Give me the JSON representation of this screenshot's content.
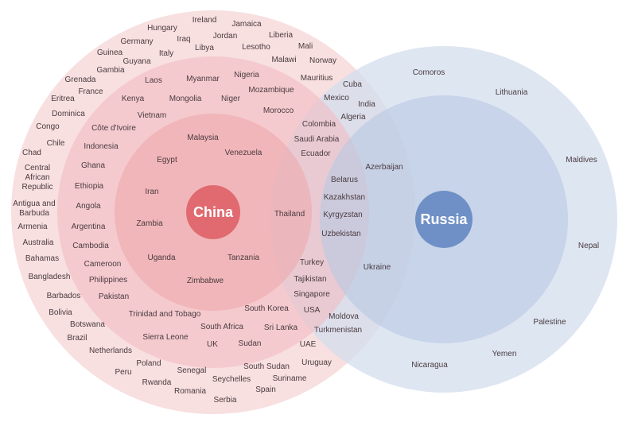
{
  "hubs": {
    "china": {
      "label": "China",
      "color": "#e06a70"
    },
    "russia": {
      "label": "Russia",
      "color": "#6f90c6"
    }
  },
  "colors": {
    "china_outer": "#f5d4d6",
    "china_middle": "#f1bdc1",
    "china_inner": "#eda1a6",
    "russia_outer": "#d3ddee",
    "russia_inner": "#b7c8e3",
    "text": "#4a3b3f"
  },
  "countries": [
    "Ireland",
    "Hungary",
    "Jamaica",
    "Iraq",
    "Jordan",
    "Germany",
    "Liberia",
    "Libya",
    "Lesotho",
    "Mali",
    "Guinea",
    "Italy",
    "Guyana",
    "Malawi",
    "Norway",
    "Gambia",
    "Grenada",
    "Laos",
    "Myanmar",
    "Nigeria",
    "Mauritius",
    "Cuba",
    "Comoros",
    "France",
    "Mozambique",
    "Eritrea",
    "Kenya",
    "Mongolia",
    "Niger",
    "Mexico",
    "India",
    "Lithuania",
    "Dominica",
    "Vietnam",
    "Morocco",
    "Algeria",
    "Congo",
    "Côte d'Ivoire",
    "Colombia",
    "Chile",
    "Malaysia",
    "Saudi Arabia",
    "Indonesia",
    "Chad",
    "Egypt",
    "Venezuela",
    "Ecuador",
    "Maldives",
    "Central African Republic",
    "Ghana",
    "Azerbaijan",
    "Belarus",
    "Ethiopia",
    "Iran",
    "Kazakhstan",
    "Antigua and Barbuda",
    "Angola",
    "Thailand",
    "Kyrgyzstan",
    "Armenia",
    "Zambia",
    "Argentina",
    "Uzbekistan",
    "Australia",
    "Cambodia",
    "Nepal",
    "Bahamas",
    "Uganda",
    "Tanzania",
    "Cameroon",
    "Turkey",
    "Ukraine",
    "Bangladesh",
    "Philippines",
    "Zimbabwe",
    "Tajikistan",
    "Singapore",
    "Pakistan",
    "Barbados",
    "South Korea",
    "USA",
    "Bolivia",
    "Trinidad and Tobago",
    "Moldova",
    "Palestine",
    "Botswana",
    "South Africa",
    "Sri Lanka",
    "Turkmenistan",
    "Brazil",
    "Sierra Leone",
    "UK",
    "Sudan",
    "UAE",
    "Netherlands",
    "Yemen",
    "Poland",
    "Uruguay",
    "Senegal",
    "South Sudan",
    "Peru",
    "Nicaragua",
    "Suriname",
    "Rwanda",
    "Seychelles",
    "Romania",
    "Spain",
    "Serbia"
  ]
}
